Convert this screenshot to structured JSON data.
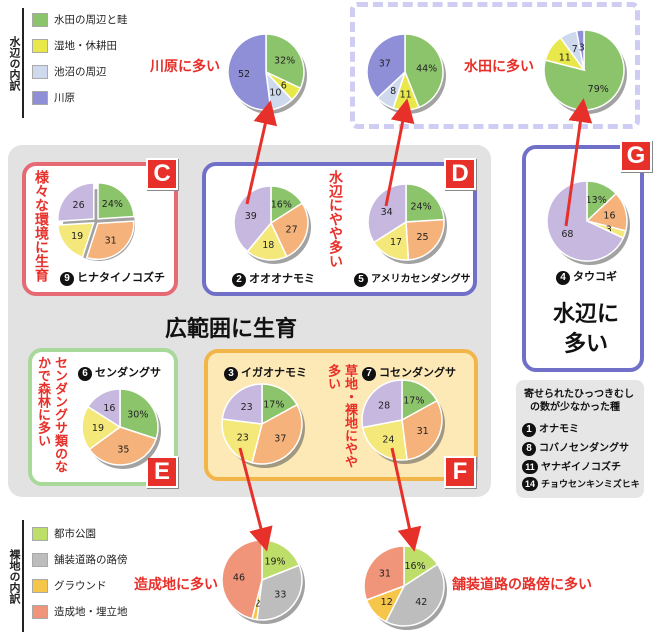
{
  "legend_top": {
    "title": "水辺の内訳",
    "items": [
      "水田の周辺と畦",
      "湿地・休耕田",
      "池沼の周辺",
      "川原"
    ],
    "colors": [
      "#8cc46b",
      "#e8e84a",
      "#cfd9ee",
      "#8f8fd8"
    ]
  },
  "legend_bottom": {
    "title": "裸地の内訳",
    "items": [
      "都市公園",
      "舗装道路の路傍",
      "グラウンド",
      "造成地・埋立地"
    ],
    "colors": [
      "#bede6a",
      "#bdbdbd",
      "#f5c64a",
      "#f0957a"
    ]
  },
  "labels": {
    "main_title": "広範囲に生育",
    "kawara": "川原に多い",
    "suiden": "水田に多い",
    "zouseichi": "造成地に多い",
    "hosou": "舗装道路の路傍に多い",
    "c_text": "様々な環境に生育",
    "d_text": "水辺にやや多い",
    "e_text": "センダングサ類のなかで森林に多い",
    "f_text": "草地・裸地にやや多い",
    "g_text_1": "水辺に",
    "g_text_2": "多い"
  },
  "badges": {
    "c": "C",
    "d": "D",
    "e": "E",
    "f": "F",
    "g": "G"
  },
  "species": {
    "s9": {
      "num": "9",
      "name": "ヒナタイノコズチ"
    },
    "s2": {
      "num": "2",
      "name": "オオオナモミ"
    },
    "s5": {
      "num": "5",
      "name": "アメリカセンダングサ"
    },
    "s4": {
      "num": "4",
      "name": "タウコギ"
    },
    "s6": {
      "num": "6",
      "name": "センダングサ"
    },
    "s3": {
      "num": "3",
      "name": "イガオナモミ"
    },
    "s7": {
      "num": "7",
      "name": "コセンダングサ"
    }
  },
  "few_box": {
    "title_1": "寄せられたひっつきむし",
    "title_2": "の数が少なかった種",
    "items": [
      {
        "num": "1",
        "name": "オナモミ"
      },
      {
        "num": "8",
        "name": "コバノセンダングサ"
      },
      {
        "num": "11",
        "name": "ヤナギイノコズチ"
      },
      {
        "num": "14",
        "name": "チョウセンキンミズヒキ"
      }
    ]
  },
  "chart_data": [
    {
      "id": "pie9",
      "type": "pie",
      "slices": [
        {
          "label": "24%",
          "value": 24
        },
        {
          "label": "31",
          "value": 31
        },
        {
          "label": "19",
          "value": 19
        },
        {
          "label": "26",
          "value": 26
        }
      ],
      "colors": [
        "#8cc46b",
        "#f5b27a",
        "#f5e87a",
        "#c7b8e0"
      ]
    },
    {
      "id": "pie2",
      "type": "pie",
      "slices": [
        {
          "label": "16%",
          "value": 16
        },
        {
          "label": "27",
          "value": 27
        },
        {
          "label": "18",
          "value": 18
        },
        {
          "label": "39",
          "value": 39
        }
      ],
      "colors": [
        "#8cc46b",
        "#f5b27a",
        "#f5e87a",
        "#c7b8e0"
      ]
    },
    {
      "id": "pie5",
      "type": "pie",
      "slices": [
        {
          "label": "24%",
          "value": 24
        },
        {
          "label": "25",
          "value": 25
        },
        {
          "label": "17",
          "value": 17
        },
        {
          "label": "34",
          "value": 34
        }
      ],
      "colors": [
        "#8cc46b",
        "#f5b27a",
        "#f5e87a",
        "#c7b8e0"
      ]
    },
    {
      "id": "pie4",
      "type": "pie",
      "slices": [
        {
          "label": "13%",
          "value": 13
        },
        {
          "label": "16",
          "value": 16
        },
        {
          "label": "3",
          "value": 3
        },
        {
          "label": "68",
          "value": 68
        }
      ],
      "colors": [
        "#8cc46b",
        "#f5b27a",
        "#f5e87a",
        "#c7b8e0"
      ]
    },
    {
      "id": "pie6",
      "type": "pie",
      "slices": [
        {
          "label": "30%",
          "value": 30
        },
        {
          "label": "35",
          "value": 35
        },
        {
          "label": "19",
          "value": 19
        },
        {
          "label": "16",
          "value": 16
        }
      ],
      "colors": [
        "#8cc46b",
        "#f5b27a",
        "#f5e87a",
        "#c7b8e0"
      ]
    },
    {
      "id": "pie3",
      "type": "pie",
      "slices": [
        {
          "label": "17%",
          "value": 17
        },
        {
          "label": "37",
          "value": 37
        },
        {
          "label": "23",
          "value": 23
        },
        {
          "label": "23",
          "value": 23
        }
      ],
      "colors": [
        "#8cc46b",
        "#f5b27a",
        "#f5e87a",
        "#c7b8e0"
      ]
    },
    {
      "id": "pie7",
      "type": "pie",
      "slices": [
        {
          "label": "17%",
          "value": 17
        },
        {
          "label": "31",
          "value": 31
        },
        {
          "label": "24",
          "value": 24
        },
        {
          "label": "28",
          "value": 28
        }
      ],
      "colors": [
        "#8cc46b",
        "#f5b27a",
        "#f5e87a",
        "#c7b8e0"
      ]
    },
    {
      "id": "pieKawara",
      "type": "pie",
      "slices": [
        {
          "label": "32%",
          "value": 32
        },
        {
          "label": "6",
          "value": 6
        },
        {
          "label": "10",
          "value": 10
        },
        {
          "label": "52",
          "value": 52
        }
      ],
      "colors": [
        "#8cc46b",
        "#e8e84a",
        "#cfd9ee",
        "#8f8fd8"
      ]
    },
    {
      "id": "pieD5top",
      "type": "pie",
      "slices": [
        {
          "label": "44%",
          "value": 44
        },
        {
          "label": "11",
          "value": 11
        },
        {
          "label": "8",
          "value": 8
        },
        {
          "label": "37",
          "value": 37
        }
      ],
      "colors": [
        "#8cc46b",
        "#e8e84a",
        "#cfd9ee",
        "#8f8fd8"
      ]
    },
    {
      "id": "pieSuiden",
      "type": "pie",
      "slices": [
        {
          "label": "79%",
          "value": 79
        },
        {
          "label": "11",
          "value": 11
        },
        {
          "label": "7",
          "value": 7
        },
        {
          "label": "3",
          "value": 3
        }
      ],
      "colors": [
        "#8cc46b",
        "#e8e84a",
        "#cfd9ee",
        "#8f8fd8"
      ]
    },
    {
      "id": "pieZousei",
      "type": "pie",
      "slices": [
        {
          "label": "19%",
          "value": 19
        },
        {
          "label": "33",
          "value": 33
        },
        {
          "label": "2",
          "value": 2
        },
        {
          "label": "46",
          "value": 46
        }
      ],
      "colors": [
        "#bede6a",
        "#bdbdbd",
        "#f5c64a",
        "#f0957a"
      ]
    },
    {
      "id": "pieHosou",
      "type": "pie",
      "slices": [
        {
          "label": "16%",
          "value": 16
        },
        {
          "label": "42",
          "value": 42
        },
        {
          "label": "12",
          "value": 12
        },
        {
          "label": "31",
          "value": 31
        }
      ],
      "colors": [
        "#bede6a",
        "#bdbdbd",
        "#f5c64a",
        "#f0957a"
      ]
    }
  ]
}
